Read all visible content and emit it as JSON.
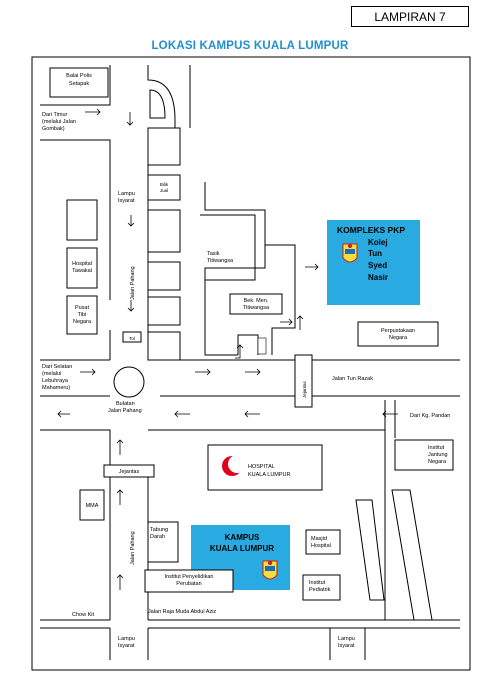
{
  "header": {
    "lampiran": "LAMPIRAN 7"
  },
  "title": "LOKASI KAMPUS KUALA LUMPUR",
  "labels": {
    "balai_polis_1": "Balai Polis",
    "balai_polis_2": "Setapak",
    "dari_timur_1": "Dari Timur",
    "dari_timur_2": "(melalui Jalan",
    "dari_timur_3": "Gombak)",
    "lampu_isyarat_1a": "Lampu",
    "lampu_isyarat_1b": "Isyarat",
    "bilik_1": "Bilik",
    "bilik_2": "Jual",
    "jalan_pahang_top": "Jalan Pahang",
    "hospital_tawakal_1": "Hospital",
    "hospital_tawakal_2": "Tawakal",
    "pusat_tibi_1": "Pusat",
    "pusat_tibi_2": "Tibi",
    "pusat_tibi_3": "Negara",
    "tol": "Tol",
    "tasik_1": "Tasik",
    "tasik_2": "Titiwangsa",
    "bek_1": "Bek. Men.",
    "bek_2": "Titiwangsa",
    "kompleks_pkp": "KOMPLEKS PKP",
    "kolej_1": "Kolej",
    "kolej_2": "Tun",
    "kolej_3": "Syed",
    "kolej_4": "Nasir",
    "perpustakaan_1": "Perpustakaan",
    "perpustakaan_2": "Negara",
    "dari_selatan_1": "Dari Selatan",
    "dari_selatan_2": "(melalui",
    "dari_selatan_3": "Lebuhraya",
    "dari_selatan_4": "Mahameru)",
    "jalan_tun_razak": "Jalan Tun Razak",
    "jejantas_v": "Jejantas",
    "bulatan_1": "Bulatan",
    "bulatan_2": "Jalan Pahang",
    "dari_kg_1": "Dari Kg. Pandan",
    "ijn_1": "Institut",
    "ijn_2": "Jantung",
    "ijn_3": "Negara",
    "jejantas_h": "Jejantas",
    "hospital_kl_1": "HOSPITAL",
    "hospital_kl_2": "KUALA LUMPUR",
    "mma": "MMA",
    "jalan_pahang_bottom": "Jalan Pahang",
    "tabung_1": "Tabung",
    "tabung_2": "Darah",
    "kampus_1": "KAMPUS",
    "kampus_2": "KUALA LUMPUR",
    "masjid_1": "Masjid",
    "masjid_2": "Hospital",
    "imr_1": "Institut Penyelidikan",
    "imr_2": "Perubatan",
    "pediatrik_1": "Institut",
    "pediatrik_2": "Pediatrik",
    "chow_kit": "Chow Kit",
    "jalan_raja_muda": "Jalan Raja Muda Abdul Aziz",
    "lampu_isyarat_2a": "Lampu",
    "lampu_isyarat_2b": "Isyarat",
    "lampu_isyarat_3a": "Lampu",
    "lampu_isyarat_3b": "Isyarat"
  },
  "colors": {
    "highlight": "#29abe2",
    "title": "#1e8fd0",
    "crescent": "#e0001b"
  }
}
